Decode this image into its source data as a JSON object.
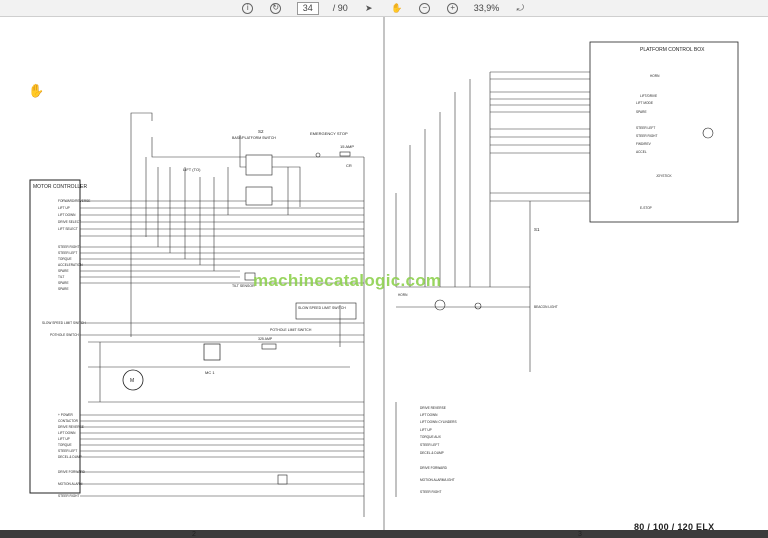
{
  "toolbar": {
    "page_current": "34",
    "page_total": "/ 90",
    "zoom": "33,9%"
  },
  "watermark": "machinecatalogic.com",
  "left_page": {
    "page_number": "2",
    "motor_controller": "MOTOR CONTROLLER",
    "switch_s2": "S2",
    "switch_s2_desc": "BASE/PLATFORM SWITCH",
    "emergency_stop": "EMERGENCY STOP",
    "amp_15": "15 AMP",
    "lift_to": "LIFT (TO)",
    "tilt_sensor": "TILT SENSOR",
    "slow_speed_limit_switch": "SLOW SPEED LIMIT SWITCH",
    "pothole_limit_switch": "POTHOLE LIMIT SWITCH",
    "amp_325": "325 AMP",
    "motor_m": "M",
    "mc1": "MC 1",
    "cr_label": "CR",
    "left_labels": [
      "FORWARD/REVERSE",
      "LIFT UP",
      "LIFT DOWN",
      "DRIVE SELECT",
      "LIFT SELECT",
      "STEER RIGHT",
      "STEER LEFT",
      "TORQUE",
      "ACCELERATION",
      "SPARE",
      "TILT",
      "SPARE",
      "SPARE",
      "SLOW SPEED LIMIT SWITCH",
      "POTHOLE SWITCH"
    ],
    "bottom_labels": [
      "+ POWER",
      "CONTACTOR",
      "DRIVE REVERSE",
      "LIFT DOWN",
      "LIFT UP",
      "TORQUE",
      "STEER LEFT",
      "DECEL & DUMP",
      "DRIVE FORWARD",
      "MOTION ALARM",
      "STEER RIGHT"
    ]
  },
  "right_page": {
    "page_number": "3",
    "platform_control_box": "PLATFORM CONTROL BOX",
    "s1": "S1",
    "estop": "E-STOP",
    "horn": "HORN",
    "beacon_light": "BEACON LIGHT",
    "box_labels": [
      "HORN",
      "LIFT/DRIVE",
      "LIFT MODE",
      "SPARE",
      "STEER LEFT",
      "STEER RIGHT",
      "FWD/REV",
      "ACCEL",
      "JOYSTICK"
    ],
    "bottom_labels": [
      "DRIVE REVERSE",
      "LIFT DOWN",
      "LIFT DOWN CYLINDERS",
      "LIFT UP",
      "TORQUE AUX",
      "STEER LEFT",
      "DECEL & DUMP",
      "DRIVE FORWARD",
      "MOTION ALARM/LIGHT",
      "STEER RIGHT"
    ],
    "model": "80 / 100 / 120 ELX"
  }
}
